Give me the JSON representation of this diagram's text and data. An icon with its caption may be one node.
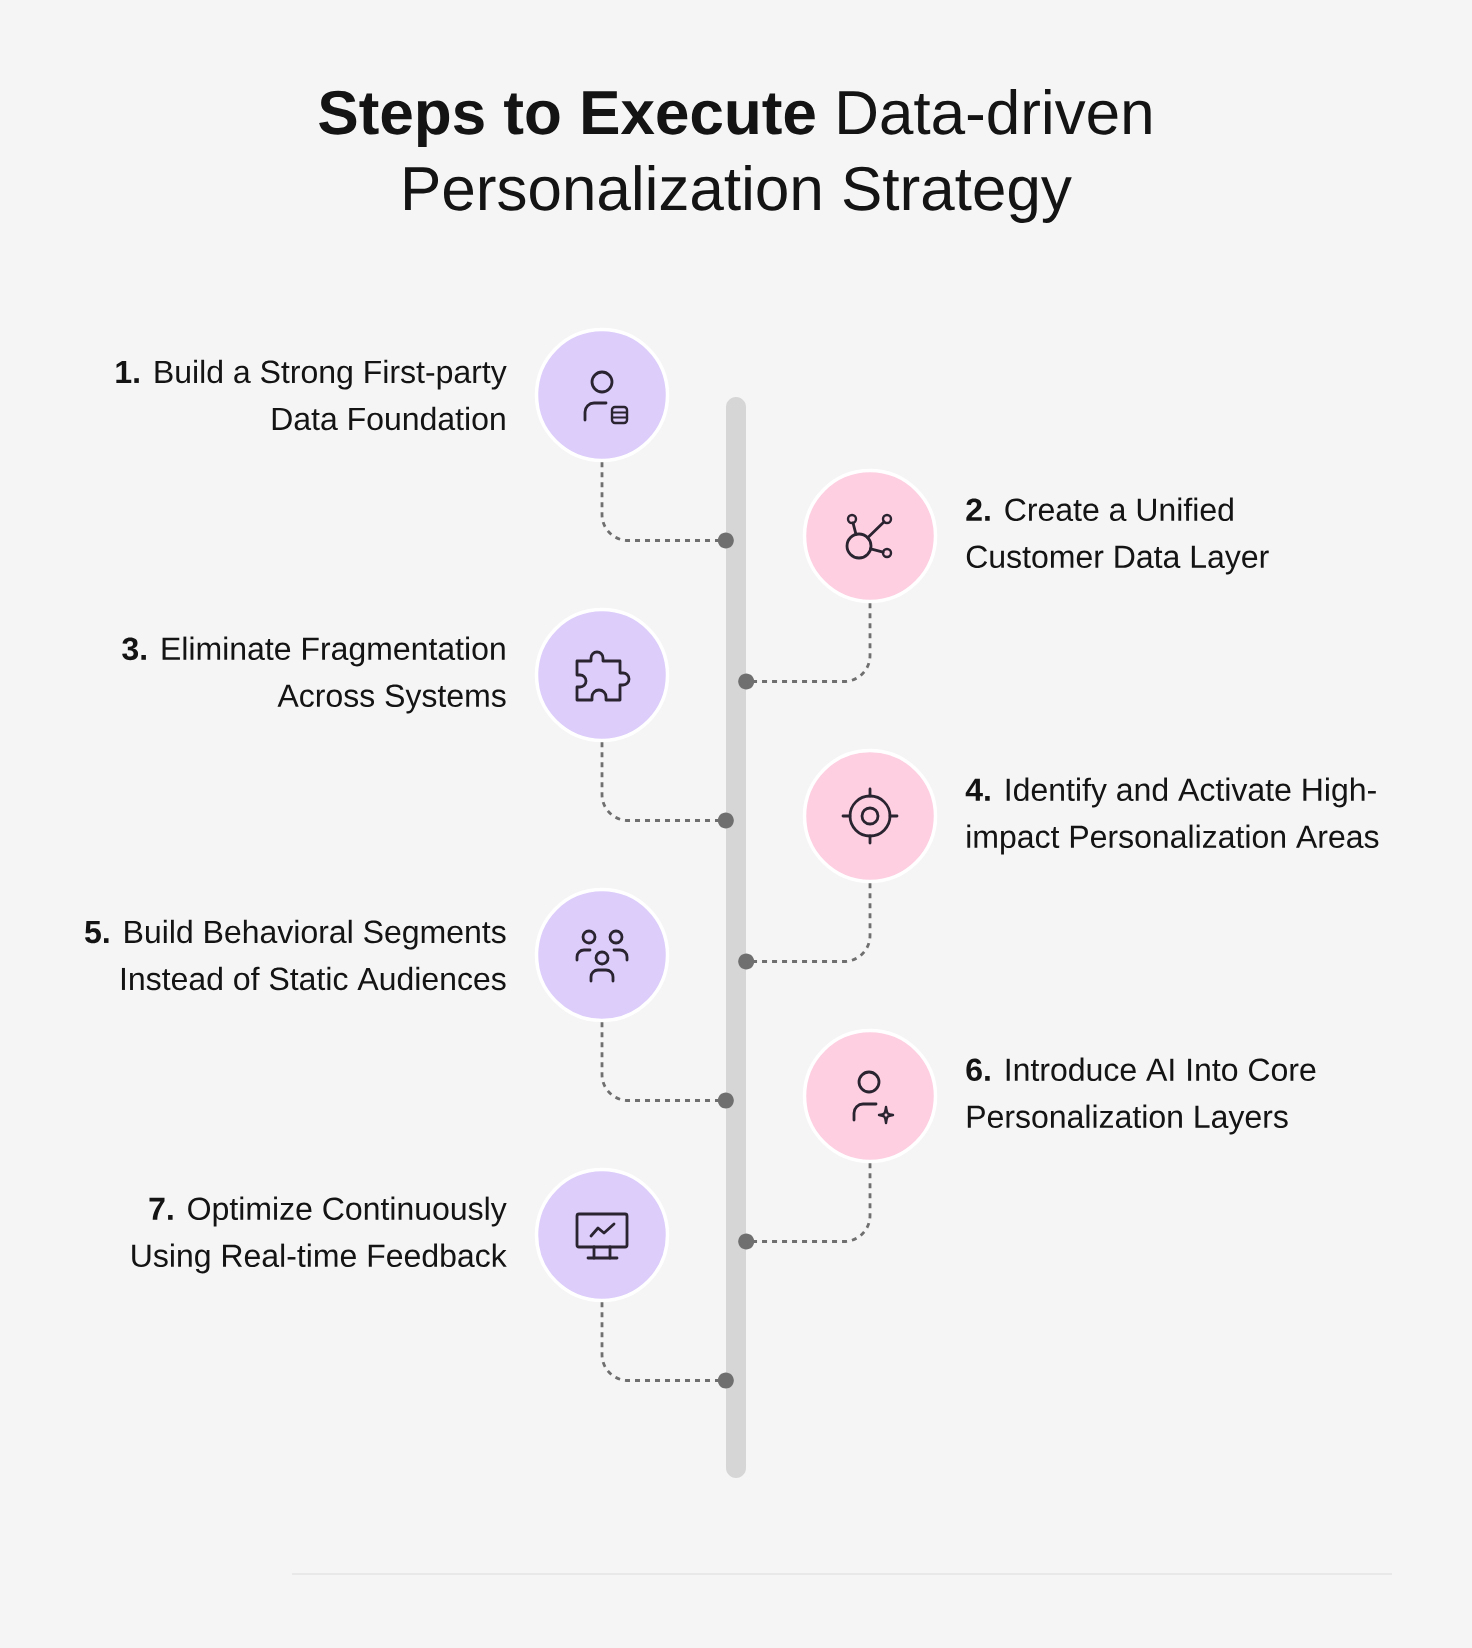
{
  "diagram": {
    "title": "**Steps to Execute** Data-driven Personalization Strategy",
    "nodes": [
      {
        "text": [],
        "shape": "circle",
        "beside": [
          "**1.** Build a Strong First-party Data Foundation"
        ]
      },
      {
        "text": [],
        "shape": "circle",
        "beside": [
          "**2.** Create a Unified Customer Data Layer"
        ]
      },
      {
        "text": [],
        "shape": "circle",
        "beside": [
          "**3.** Eliminate Fragmentation Across Systems"
        ]
      },
      {
        "text": [],
        "shape": "circle",
        "beside": [
          "**4.** Identify and Activate High-impact Personalization Areas"
        ]
      },
      {
        "text": [],
        "shape": "circle",
        "beside": [
          "**5.** Build Behavioral Segments Instead of Static Audiences"
        ]
      },
      {
        "text": [],
        "shape": "circle",
        "beside": [
          "**6.** Introduce AI Into Core Personalization Layers"
        ]
      },
      {
        "text": [],
        "shape": "circle",
        "beside": [
          "**7.** Optimize Continuously Using Real-time Feedback"
        ]
      },
      {
        "text": [],
        "shape": "bar"
      }
    ],
    "edges": [
      {
        "from": 0,
        "to": 7,
        "arrow": "other",
        "style": "dashed"
      },
      {
        "from": 1,
        "to": 7,
        "arrow": "other",
        "style": "dashed"
      },
      {
        "from": 2,
        "to": 7,
        "arrow": "other",
        "style": "dashed"
      },
      {
        "from": 3,
        "to": 7,
        "arrow": "other",
        "style": "dashed"
      },
      {
        "from": 4,
        "to": 7,
        "arrow": "other",
        "style": "dashed"
      },
      {
        "from": 5,
        "to": 7,
        "arrow": "other",
        "style": "dashed"
      },
      {
        "from": 6,
        "to": 7,
        "arrow": "other",
        "style": "dashed"
      }
    ]
  }
}
